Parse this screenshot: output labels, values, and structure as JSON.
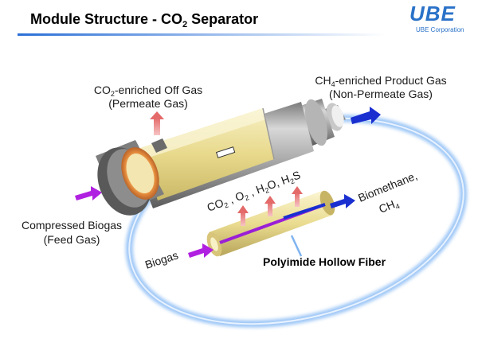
{
  "header": {
    "title_main": "Module Structure - CO",
    "title_sub": "2",
    "title_tail": " Separator"
  },
  "logo": {
    "mark": "UBE",
    "company": "UBE Corporation"
  },
  "labels": {
    "off_gas_line1_pre": "CO",
    "off_gas_line1_sub": "2",
    "off_gas_line1_post": "-enriched Off Gas",
    "off_gas_line2": "(Permeate Gas)",
    "product_line1_pre": "CH",
    "product_line1_sub": "4",
    "product_line1_post": "-enriched Product Gas",
    "product_line2": "(Non-Permeate Gas)",
    "feed_line1": "Compressed Biogas",
    "feed_line2": "(Feed Gas)",
    "permeants": {
      "co2_pre": "CO",
      "co2_sub": "2",
      "sep1": " , ",
      "o2_pre": "O",
      "o2_sub": "2",
      "sep2": " , ",
      "h2o_pre": "H",
      "h2o_sub": "2",
      "h2o_post": "O, ",
      "h2s_pre": "H",
      "h2s_sub": "2",
      "h2s_post": "S"
    },
    "biomethane_line1": "Biomethane,",
    "biomethane_line2_pre": "CH",
    "biomethane_line2_sub": "4",
    "biogas": "Biogas",
    "fiber": "Polyimide Hollow Fiber"
  },
  "colors": {
    "blue_rule": "#2a6fd6",
    "logo_blue": "#2a72c8",
    "purple_arrow": "#b020e0",
    "blue_arrow": "#1a2fd0",
    "pink_arrow": "#f2a0a0",
    "fiber_yellow": "#efe4a2",
    "cap_orange": "#e48a3c",
    "glow_blue": "#7fb4f0"
  }
}
